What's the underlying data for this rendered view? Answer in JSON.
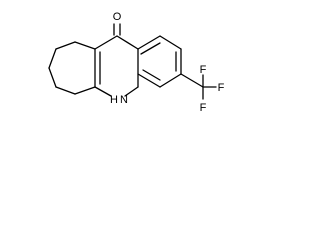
{
  "molecule": {
    "atoms": {
      "oxygen": "O",
      "nitrogen": "N",
      "hydrogen": "H",
      "fluorine_top": "F",
      "fluorine_right": "F",
      "fluorine_bottom": "F"
    }
  }
}
